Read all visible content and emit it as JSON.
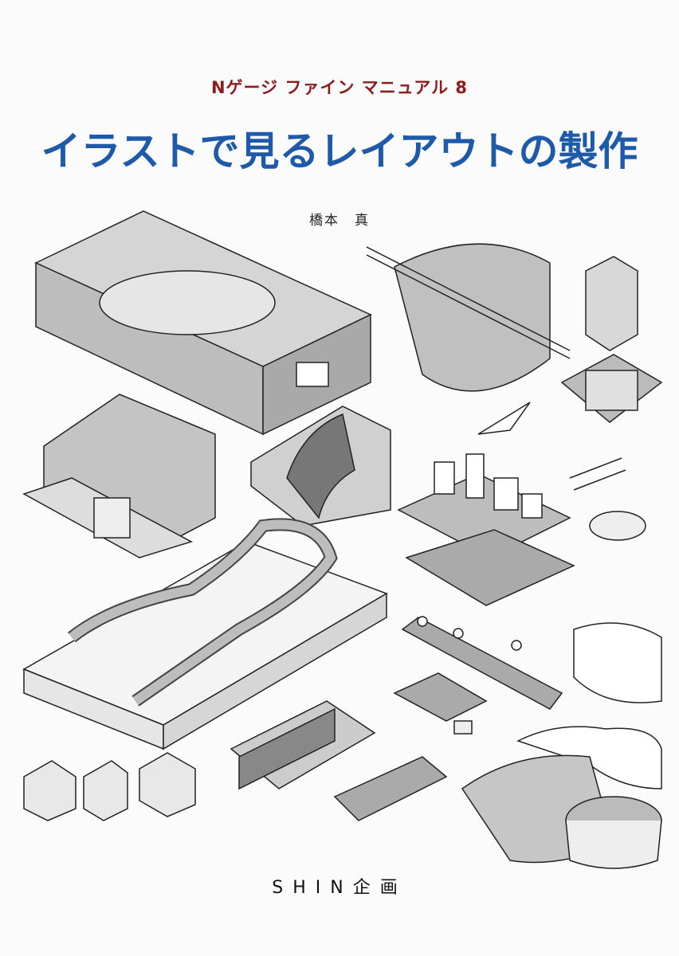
{
  "cover": {
    "series": "Nゲージ ファイン マニュアル 8",
    "title": "イラストで見るレイアウトの製作",
    "author": "橋本　真",
    "publisher": "SHIN企画"
  },
  "colors": {
    "title": "#1d5aa9",
    "series": "#8e1b1b",
    "illustration_fill": "#c8c8c8",
    "background": "#fbfbfb"
  }
}
